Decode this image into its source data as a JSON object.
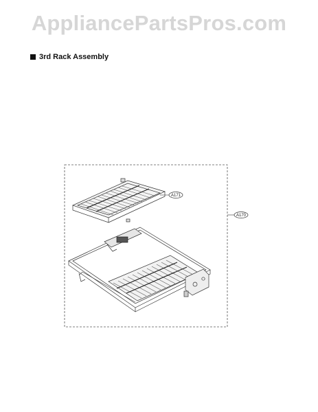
{
  "watermark": {
    "text": "AppliancePartsPros.com"
  },
  "section": {
    "title": "3rd Rack Assembly"
  },
  "callouts": {
    "upper_rack": "A171",
    "assembly": "A170"
  }
}
